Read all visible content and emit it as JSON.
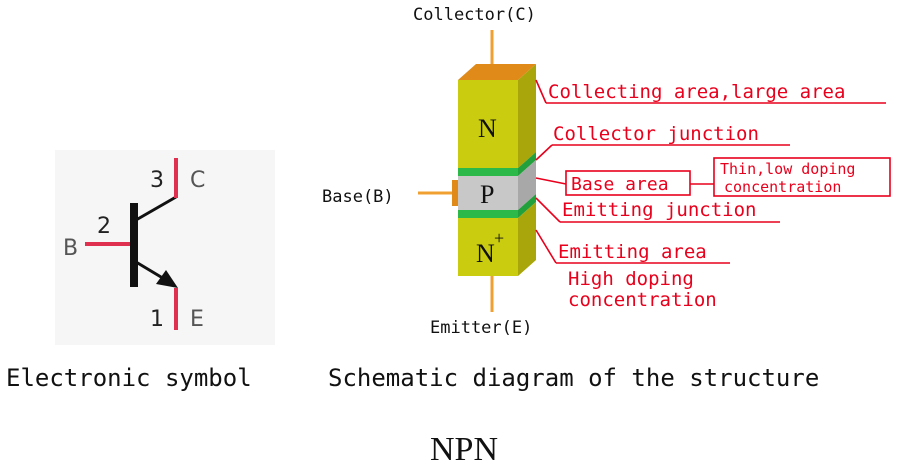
{
  "symbol": {
    "pin_b": "B",
    "pin_c": "C",
    "pin_e": "E",
    "num_2": "2",
    "num_3": "3",
    "num_1": "1",
    "caption": "Electronic symbol"
  },
  "structure": {
    "collector_label": "Collector(C)",
    "base_label": "Base(B)",
    "emitter_label": "Emitter(E)",
    "layer_n": "N",
    "layer_p": "P",
    "layer_n2": "N",
    "layer_n2_sup": "+",
    "caption": "Schematic diagram of the structure",
    "annotations": {
      "collecting_area": "Collecting area,large area",
      "collector_junction": "Collector junction",
      "base_area": "Base area",
      "thin_line1": "Thin,low doping",
      "thin_line2": "concentration",
      "emitting_junction": "Emitting junction",
      "emitting_area": "Emitting area",
      "high_line1": "High doping",
      "high_line2": "concentration"
    }
  },
  "main_title": "NPN",
  "colors": {
    "red": "#e8001c",
    "yellow_front": "#c9cc0f",
    "yellow_side": "#a8a60a",
    "orange_cap": "#e08a1a",
    "green_junction": "#2db84a",
    "gray_base": "#c8c8c8",
    "lead": "#f0a030"
  }
}
